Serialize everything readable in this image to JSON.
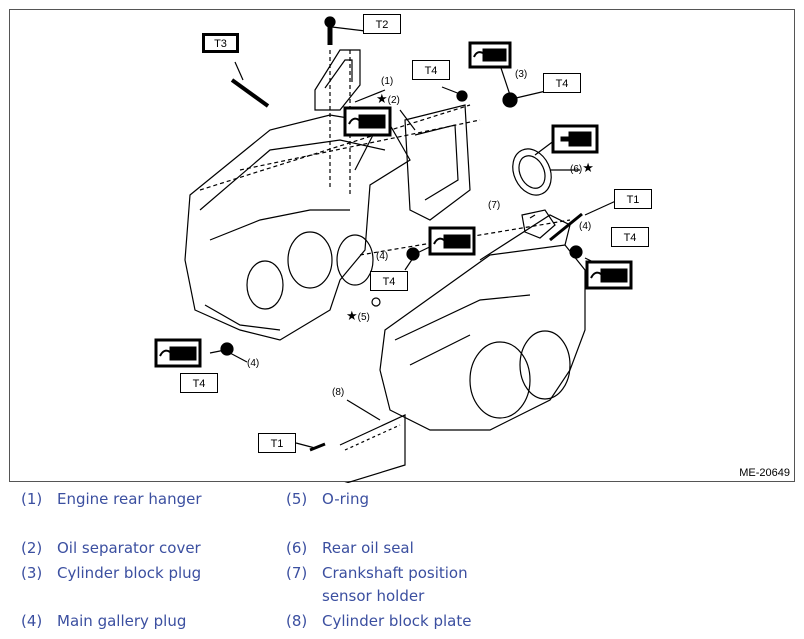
{
  "figure": {
    "id": "ME-20649",
    "torque_labels": [
      "T1",
      "T2",
      "T3",
      "T4"
    ],
    "callouts": [
      "(1)",
      "(2)",
      "(3)",
      "(4)",
      "(5)",
      "(6)",
      "(7)",
      "(8)"
    ],
    "star": "★"
  },
  "legend": [
    {
      "num": "(1)",
      "label": "Engine rear hanger"
    },
    {
      "num": "(2)",
      "label": "Oil separator cover"
    },
    {
      "num": "(3)",
      "label": "Cylinder block plug"
    },
    {
      "num": "(4)",
      "label": "Main gallery plug"
    },
    {
      "num": "(5)",
      "label": "O-ring"
    },
    {
      "num": "(6)",
      "label": "Rear oil seal"
    },
    {
      "num": "(7)",
      "label": "Crankshaft position sensor holder"
    },
    {
      "num": "(8)",
      "label": "Cylinder block plate"
    }
  ]
}
